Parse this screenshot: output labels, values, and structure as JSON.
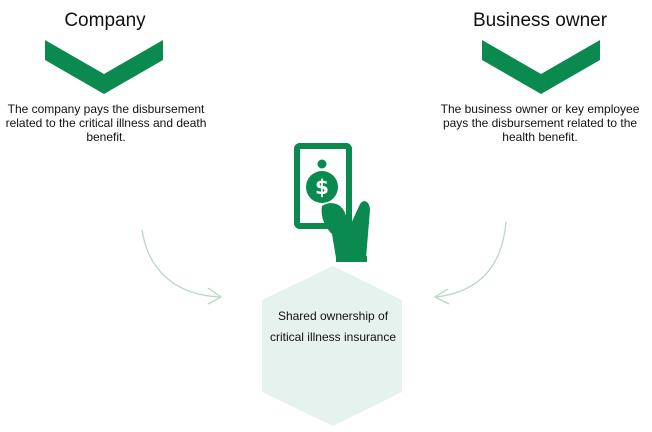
{
  "left": {
    "heading": "Company",
    "description": "The company pays the disbursement related to the critical illness and death benefit.",
    "icon": "chevron-down-icon"
  },
  "right": {
    "heading": "Business owner",
    "description": "The business owner or key employee pays the disbursement related to the health benefit.",
    "icon": "chevron-down-icon"
  },
  "center": {
    "icon": "hand-holding-money-icon",
    "label": "Shared ownership of critical illness insurance"
  },
  "colors": {
    "accent_green": "#0a8a4e",
    "arrow_green": "#b7d9c6",
    "hex_fill": "#e6f2ee"
  }
}
